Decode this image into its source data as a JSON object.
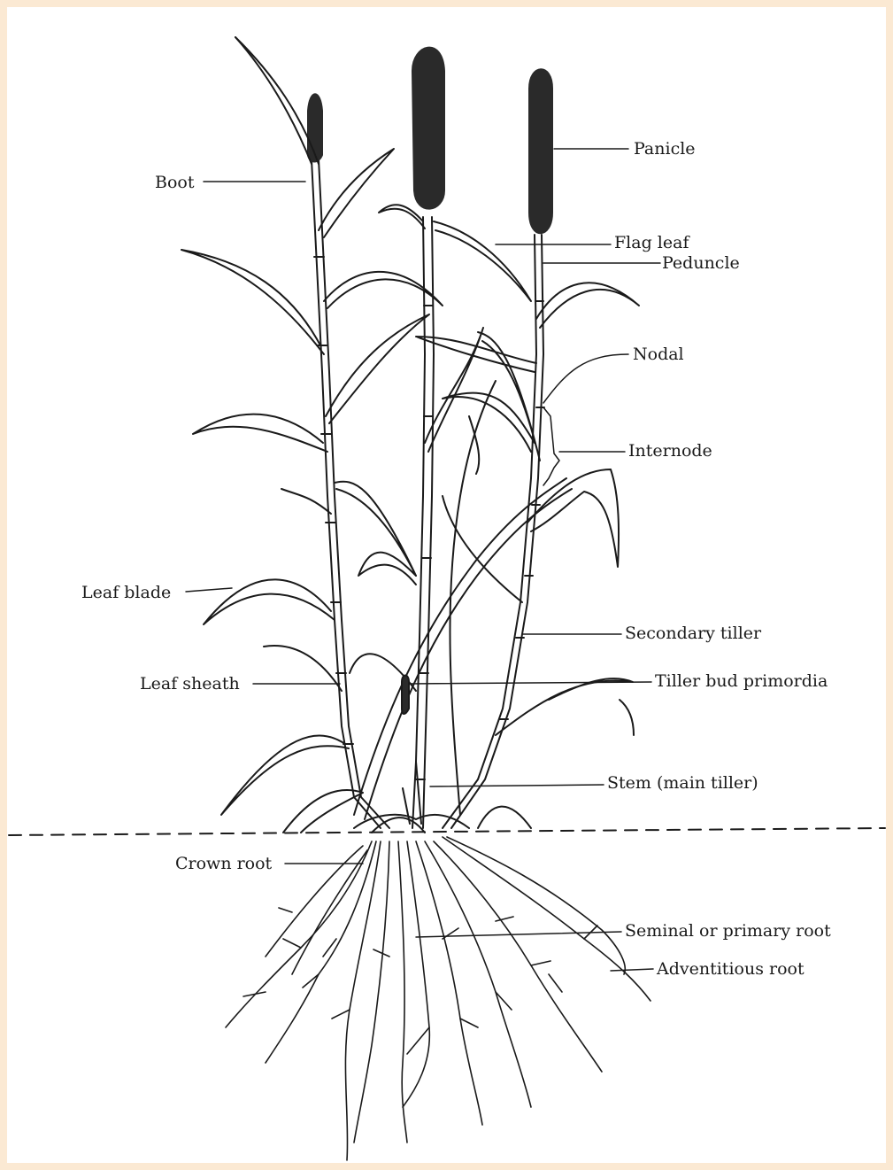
{
  "labels": {
    "boot": "Boot",
    "panicle": "Panicle",
    "flag_leaf": "Flag leaf",
    "peduncle": "Peduncle",
    "nodal": "Nodal",
    "internode": "Internode",
    "leaf_blade": "Leaf blade",
    "secondary_tiller": "Secondary tiller",
    "leaf_sheath": "Leaf sheath",
    "tiller_bud_primordia": "Tiller bud primordia",
    "stem_main_tiller": "Stem (main tiller)",
    "crown_root": "Crown root",
    "seminal_root": "Seminal or primary root",
    "adventitious_root": "Adventitious root"
  },
  "colors": {
    "background": "#fbe9d3",
    "paper": "#ffffff",
    "ink": "#1a1a1a",
    "panicle": "#2a2a2a"
  }
}
